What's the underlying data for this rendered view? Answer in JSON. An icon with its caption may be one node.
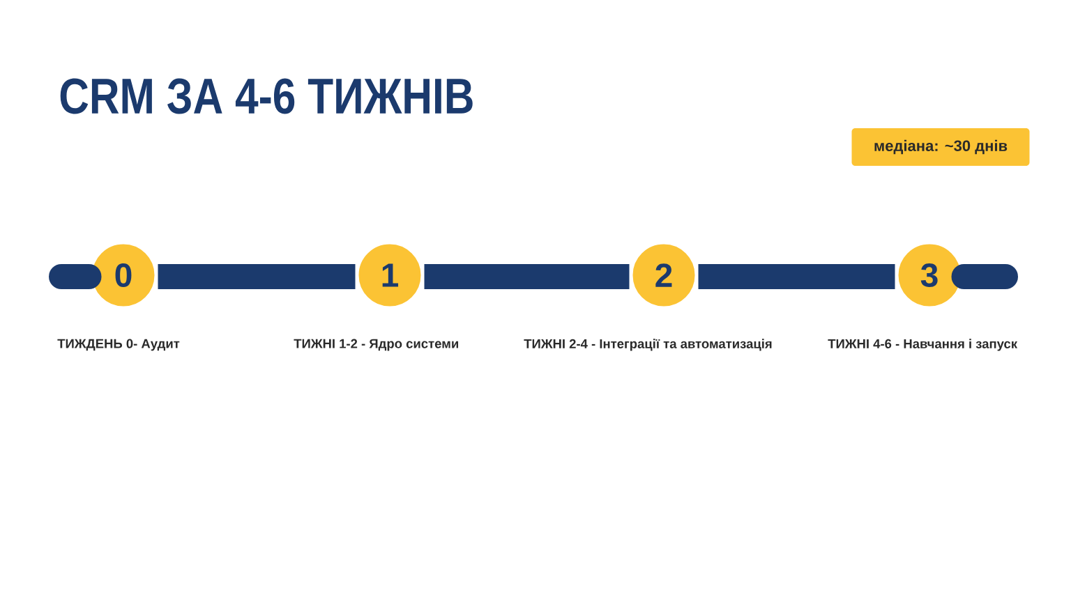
{
  "diagram": {
    "title": "CRM ЗА 4-6 ТИЖНІВ",
    "nodes": [
      {
        "text": [
          "медіана: ~30 днів"
        ]
      },
      {
        "text": [
          "0"
        ],
        "beside": [
          "ТИЖДЕНЬ 0- Аудит"
        ]
      },
      {
        "text": [
          "1"
        ],
        "beside": [
          "ТИЖНІ 1-2 - Ядро системи"
        ]
      },
      {
        "text": [
          "2"
        ],
        "beside": [
          "ТИЖНІ 2-4 - Інтеграції та автоматизація"
        ]
      },
      {
        "text": [
          "3"
        ],
        "beside": [
          "ТИЖНІ 4-6 - Навчання і запуск"
        ]
      }
    ],
    "edges": [
      {
        "from": 1,
        "to": 2,
        "arrow": "none"
      },
      {
        "from": 2,
        "to": 3,
        "arrow": "none"
      },
      {
        "from": 3,
        "to": 4,
        "arrow": "none"
      }
    ]
  }
}
